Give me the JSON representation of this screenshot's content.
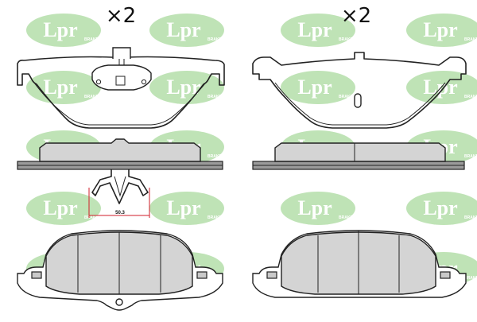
{
  "watermark": {
    "logo": "Lpr",
    "sub": "BRAKES"
  },
  "left_set": {
    "quantity": "×2"
  },
  "right_set": {
    "quantity": "×2"
  },
  "clip_dimension": "50.3"
}
